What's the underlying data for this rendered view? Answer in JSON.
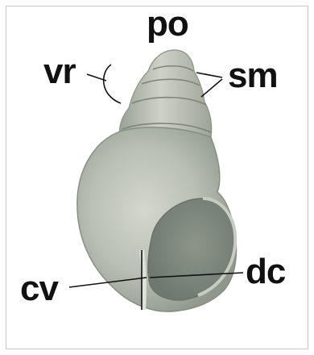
{
  "labels": {
    "po": "po",
    "vr": "vr",
    "sm": "sm",
    "cv": "cv",
    "dc": "dc"
  },
  "colors": {
    "shell_body": "#b9bfb4",
    "shell_shade": "#8f978c",
    "shell_light": "#d6dad0",
    "aperture": "#7e877e",
    "annotation": "#111111",
    "frame_border": "#c9c9c9",
    "background": "#ffffff"
  },
  "subject": "snail-shell-photo"
}
